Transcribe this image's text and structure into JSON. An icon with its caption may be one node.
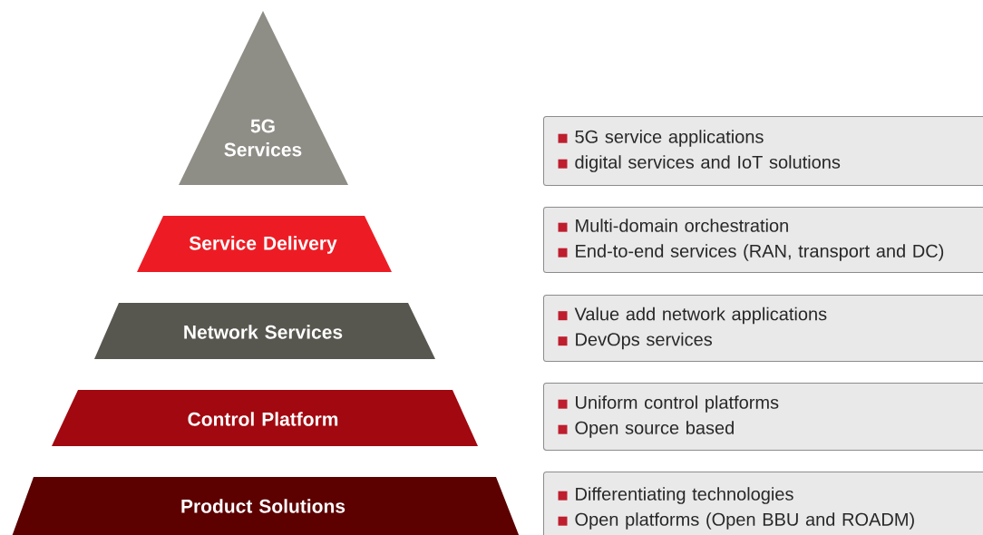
{
  "diagram": {
    "nodes": [
      {
        "text": [
          "5G Services"
        ]
      },
      {
        "text": [
          "5G service applications",
          "digital services and IoT solutions"
        ]
      },
      {
        "text": [
          "Service Delivery"
        ]
      },
      {
        "text": [
          "Multi-domain orchestration",
          "End-to-end services (RAN, transport and DC)"
        ]
      },
      {
        "text": [
          "Network Services"
        ]
      },
      {
        "text": [
          "Value add network applications",
          "DevOps services"
        ]
      },
      {
        "text": [
          "Control Platform"
        ]
      },
      {
        "text": [
          "Uniform control platforms",
          "Open source based"
        ]
      },
      {
        "text": [
          "Product Solutions"
        ]
      },
      {
        "text": [
          "Differentiating technologies",
          "Open platforms (Open BBU and ROADM)"
        ]
      }
    ]
  }
}
